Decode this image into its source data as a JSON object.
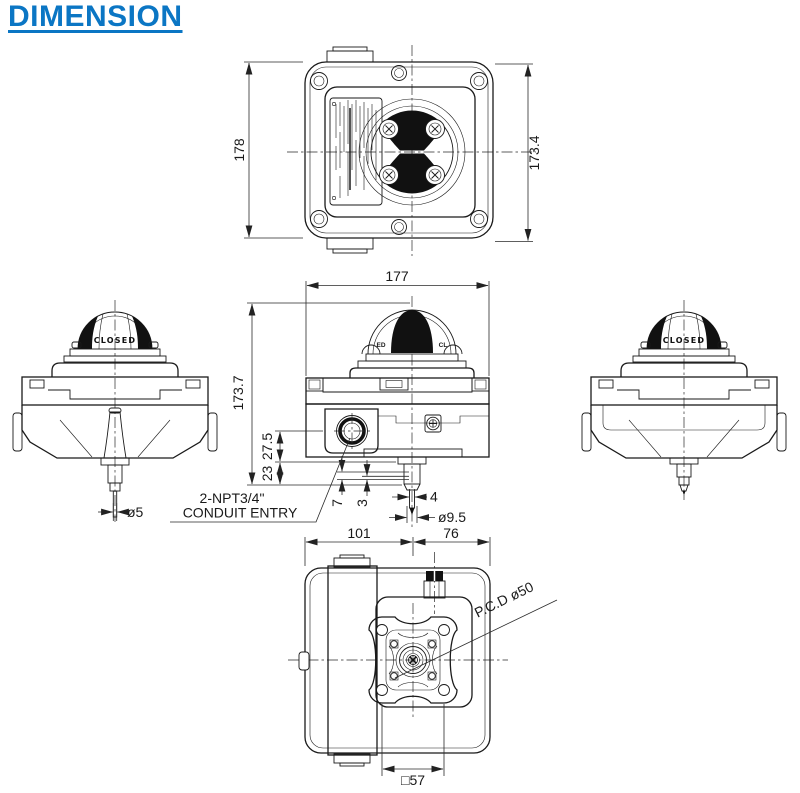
{
  "title": "DIMENSION",
  "accent_color": "#0b76c4",
  "views": {
    "top_view": {
      "dim_left": "178",
      "dim_right": "173.4"
    },
    "front_view": {
      "dim_width": "177",
      "dim_height": "173.7",
      "dim_conduit_center": "27.5",
      "dim_base": "23",
      "dim_step_a": "7",
      "dim_step_b": "3",
      "dim_tip_width": "4",
      "dim_stem_dia": "ø9.5",
      "dome_text_left": "ED",
      "dome_text_right": "CL",
      "callout_line1": "2-NPT3/4\"",
      "callout_line2": "CONDUIT ENTRY"
    },
    "left_view": {
      "dome_label": "CLOSED",
      "dim_shaft_dia": "ø5"
    },
    "right_view": {
      "dome_label": "CLOSED"
    },
    "bottom_view": {
      "dim_width_left": "101",
      "dim_width_right": "76",
      "dim_pcd": "P.C.D ø50",
      "dim_bolt_square": "□57"
    }
  }
}
